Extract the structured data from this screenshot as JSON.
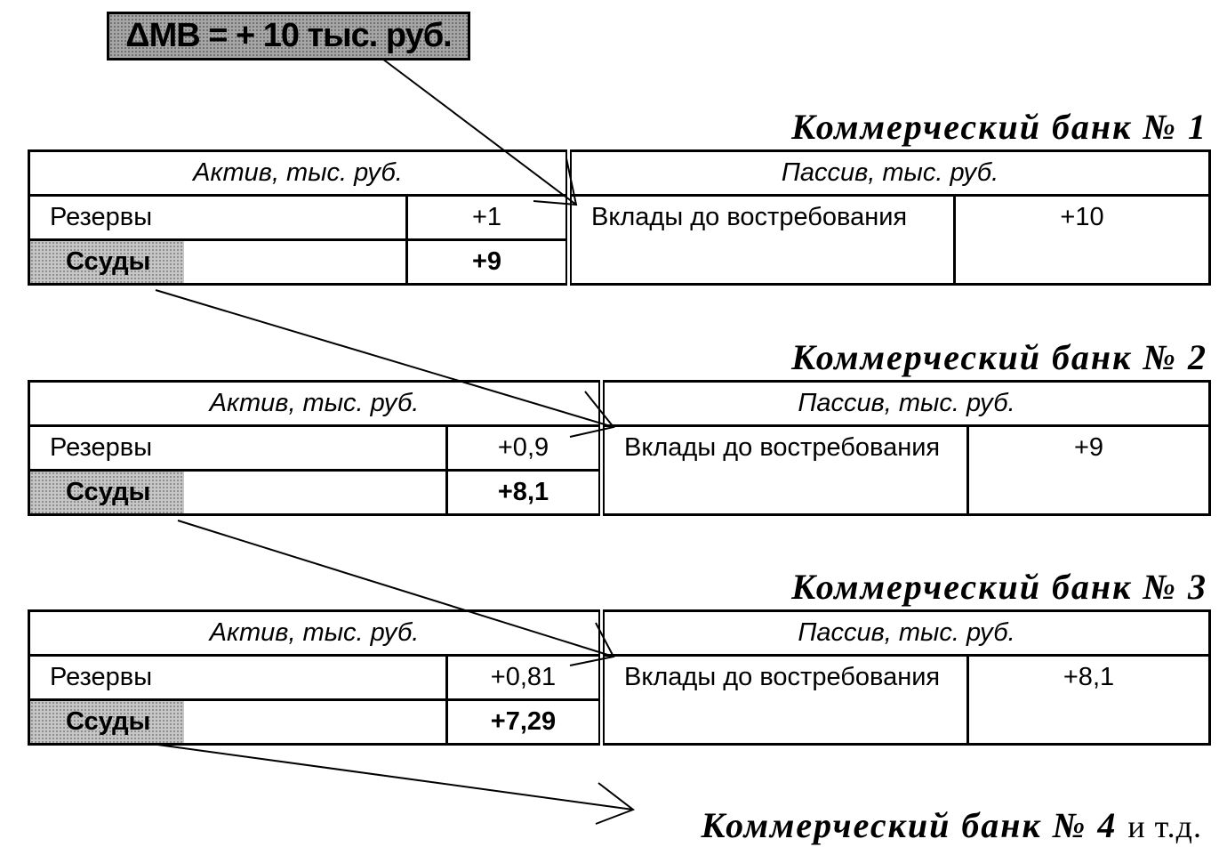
{
  "money_base": "ΔMB = + 10 тыс. руб.",
  "banks": [
    {
      "title": "Коммерческий банк № 1",
      "assets_header": "Актив, тыс. руб.",
      "liabilities_header": "Пассив, тыс. руб.",
      "reserves_label": "Резервы",
      "reserves_value": "+1",
      "loans_label": "Ссуды",
      "loans_value": "+9",
      "deposits_label": "Вклады до востребования",
      "deposits_value": "+10"
    },
    {
      "title": "Коммерческий банк № 2",
      "assets_header": "Актив, тыс. руб.",
      "liabilities_header": "Пассив, тыс. руб.",
      "reserves_label": "Резервы",
      "reserves_value": "+0,9",
      "loans_label": "Ссуды",
      "loans_value": "+8,1",
      "deposits_label": "Вклады до востребования",
      "deposits_value": "+9"
    },
    {
      "title": "Коммерческий банк № 3",
      "assets_header": "Актив, тыс. руб.",
      "liabilities_header": "Пассив, тыс. руб.",
      "reserves_label": "Резервы",
      "reserves_value": "+0,81",
      "loans_label": "Ссуды",
      "loans_value": "+7,29",
      "deposits_label": "Вклады до востребования",
      "deposits_value": "+8,1"
    }
  ],
  "bank4": {
    "title": "Коммерческий банк № 4",
    "suffix": "и т.д."
  }
}
